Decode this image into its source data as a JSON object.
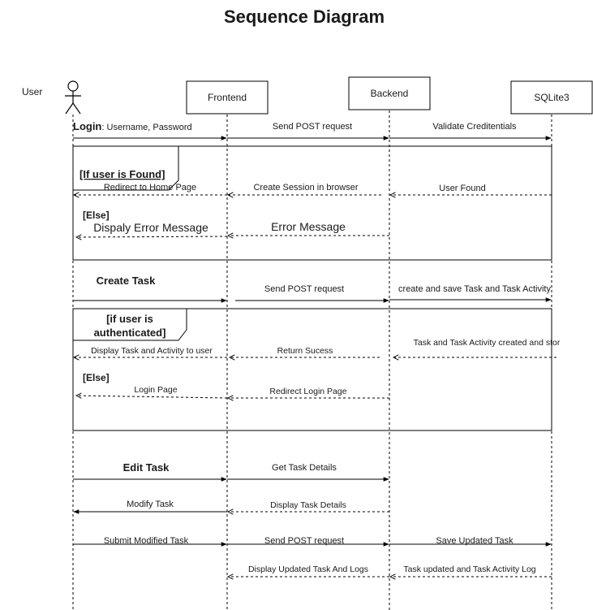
{
  "title": "Sequence Diagram",
  "participants": {
    "user": "User",
    "frontend": "Frontend",
    "backend": "Backend",
    "db": "SQLite3"
  },
  "login": {
    "keyword": "Login",
    "params": ": Username, Password",
    "send_post": "Send POST request",
    "validate": "Validate Creditentials",
    "alt_found": "[If user is Found]",
    "redirect_home": "Redirect to Home Page",
    "create_session": "Create Session in browser",
    "user_found": "User Found",
    "else": "[Else]",
    "display_error": "Dispaly Error Message",
    "error_message": "Error Message"
  },
  "create_task": {
    "title": "Create Task",
    "send_post": "Send POST request",
    "create_save": "create and save Task and Task Activity",
    "alt_auth_line1": "[if user is",
    "alt_auth_line2": "authenticated]",
    "display_task": "Display Task and Activity to user",
    "return_success": "Return Sucess",
    "created_stored": "Task and Task Activity created and stor",
    "else": "[Else]",
    "login_page": "Login Page",
    "redirect_login": "Redirect Login Page"
  },
  "edit_task": {
    "title": "Edit Task",
    "get_details": "Get Task Details",
    "modify": "Modify Task",
    "display_details": "Display Task Details",
    "submit_modified": "Submit Modified Task",
    "send_post": "Send POST request",
    "save_updated": "Save Updated Task",
    "display_updated": "Display Updated Task And Logs",
    "updated_log": "Task updated and Task Activity Log"
  }
}
